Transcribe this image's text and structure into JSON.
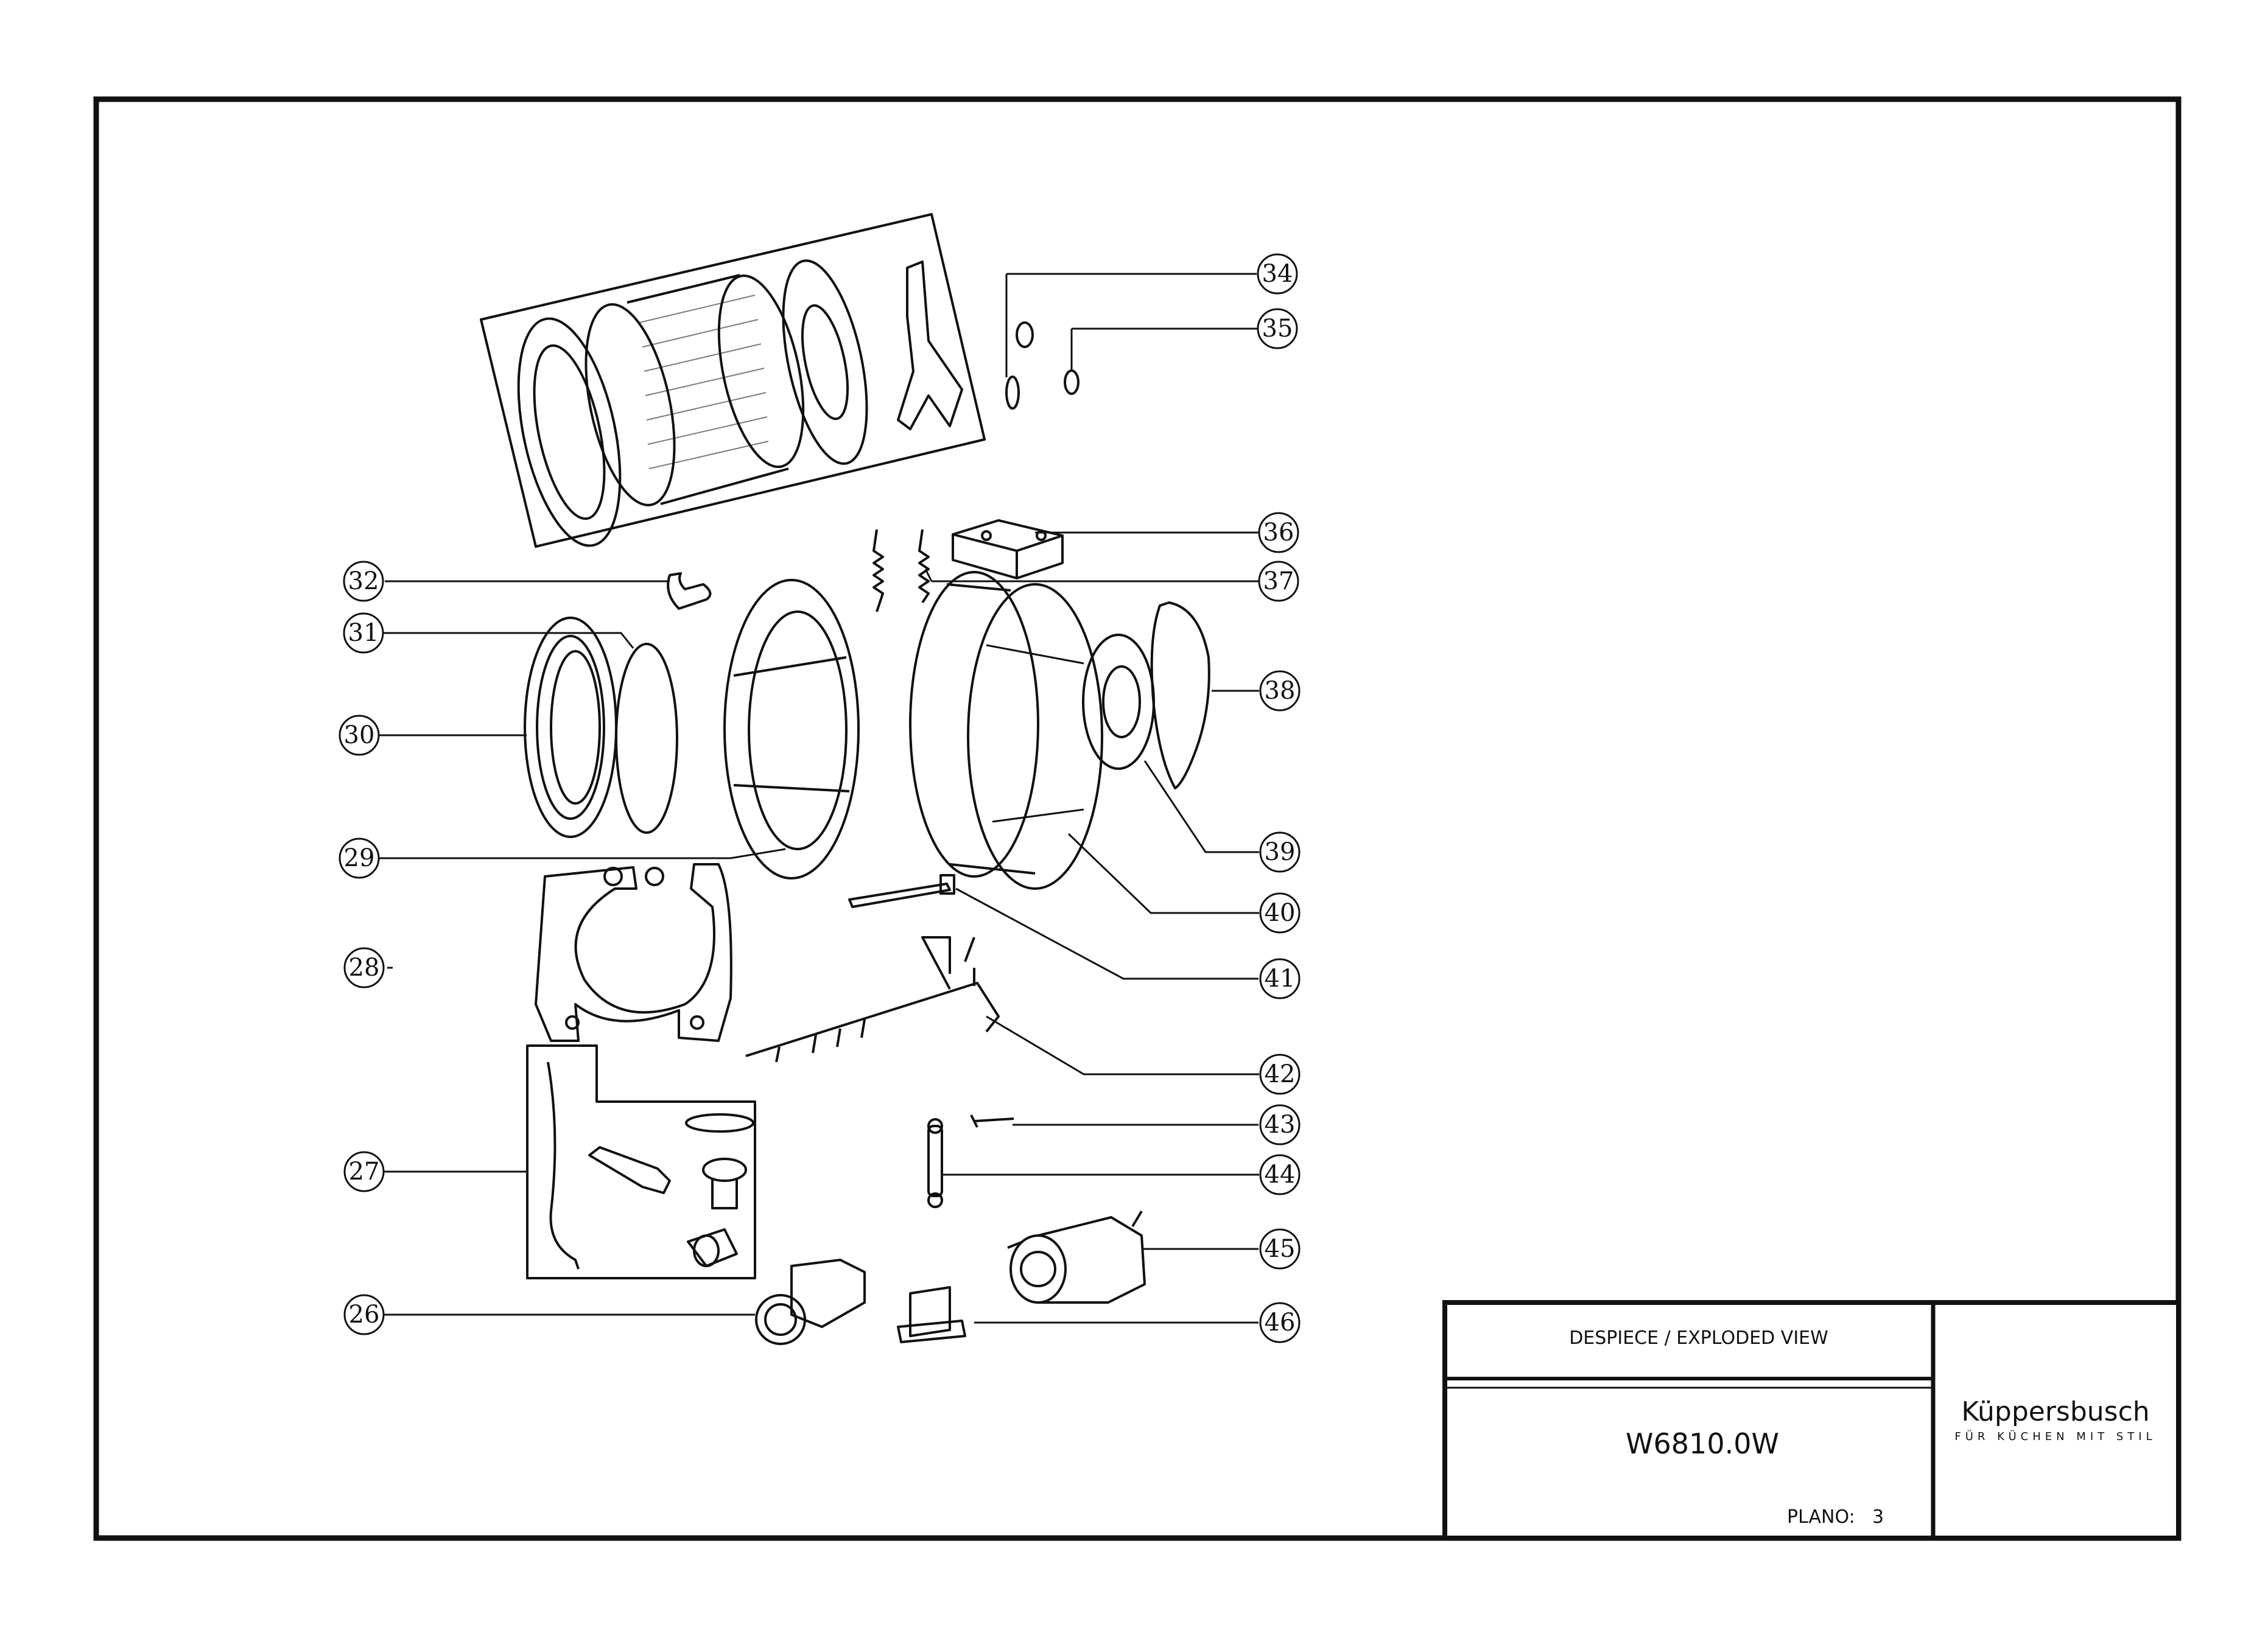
{
  "callouts": [
    {
      "id": "26",
      "label": "26"
    },
    {
      "id": "27",
      "label": "27"
    },
    {
      "id": "28",
      "label": "28"
    },
    {
      "id": "29",
      "label": "29"
    },
    {
      "id": "30",
      "label": "30"
    },
    {
      "id": "31",
      "label": "31"
    },
    {
      "id": "32",
      "label": "32"
    },
    {
      "id": "34",
      "label": "34"
    },
    {
      "id": "35",
      "label": "35"
    },
    {
      "id": "36",
      "label": "36"
    },
    {
      "id": "37",
      "label": "37"
    },
    {
      "id": "38",
      "label": "38"
    },
    {
      "id": "39",
      "label": "39"
    },
    {
      "id": "40",
      "label": "40"
    },
    {
      "id": "41",
      "label": "41"
    },
    {
      "id": "42",
      "label": "42"
    },
    {
      "id": "43",
      "label": "43"
    },
    {
      "id": "44",
      "label": "44"
    },
    {
      "id": "45",
      "label": "45"
    },
    {
      "id": "46",
      "label": "46"
    }
  ],
  "title_block": {
    "heading": "DESPIECE / EXPLODED VIEW",
    "model": "W6810.0W",
    "plano_label": "PLANO:",
    "plano_number": "3"
  },
  "brand": {
    "name": "Küppersbusch",
    "tagline": "FÜR KÜCHEN MIT STIL"
  },
  "colors": {
    "ink": "#111111",
    "paper": "#ffffff"
  }
}
